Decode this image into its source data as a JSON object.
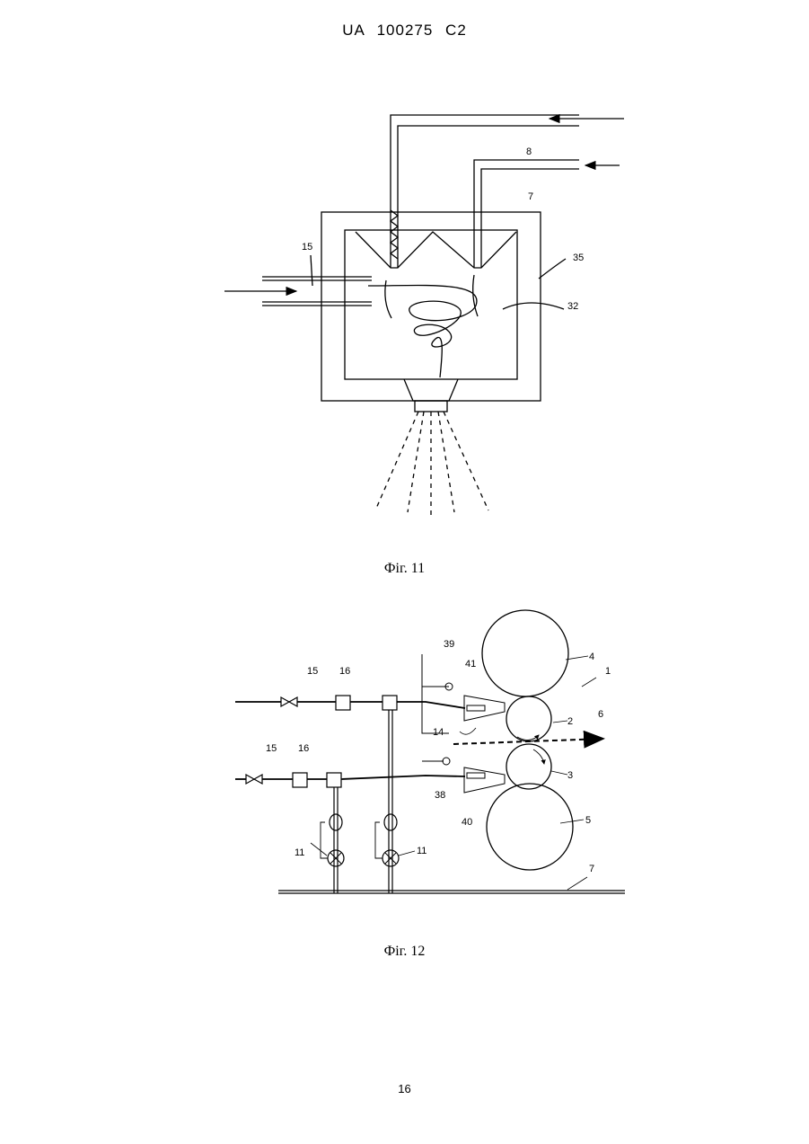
{
  "header": {
    "doc_id": "UA   100275   C2"
  },
  "figure11": {
    "caption": "Фіг. 11",
    "labels": {
      "l8": "8",
      "l7": "7",
      "l15": "15",
      "l35": "35",
      "l32": "32"
    }
  },
  "figure12": {
    "caption": "Фіг. 12",
    "labels": {
      "l39": "39",
      "l41": "41",
      "l1": "1",
      "l4": "4",
      "l2": "2",
      "l6": "6",
      "l14": "14",
      "l15a": "15",
      "l16a": "16",
      "l15b": "15",
      "l16b": "16",
      "l38": "38",
      "l3": "3",
      "l40": "40",
      "l5": "5",
      "l11a": "11",
      "l11b": "11",
      "l7": "7"
    }
  },
  "footer": {
    "page_number": "16"
  }
}
